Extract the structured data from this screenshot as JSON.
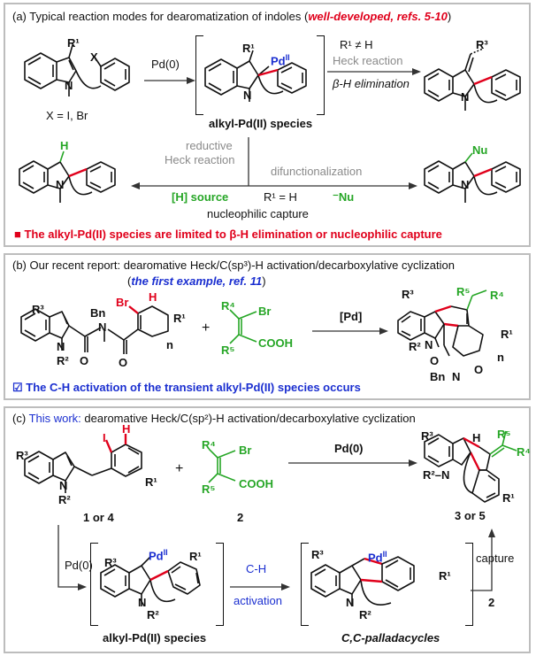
{
  "panel_a": {
    "title_prefix": "(a) Typical reaction modes for dearomatization of indoles (",
    "title_highlight": "well-developed, refs. 5-10",
    "title_suffix": ")",
    "substrate_label": "X = I, Br",
    "reagent_pd0": "Pd(0)",
    "intermediate_label": "alkyl-Pd(II) species",
    "cond_r1_not_h": "R¹ ≠ H",
    "heck_reaction": "Heck reaction",
    "beta_h_elimination": "β-H elimination",
    "reductive_heck": "reductive",
    "reductive_heck_2": "Heck reaction",
    "h_source": "[H] source",
    "r1_eq_h": "R¹ = H",
    "difunctionalization": "difunctionalization",
    "nu": "⁻Nu",
    "nucleophilic_capture": "nucleophilic capture",
    "note_square": "■",
    "note": "The alkyl-Pd(II) species are limited to β-H elimination or nucleophilic capture",
    "atoms": {
      "r1": "R¹",
      "x": "X",
      "n": "N",
      "pd": "Pd",
      "pd_sup": "II",
      "r3": "R³",
      "h": "H",
      "nu": "Nu"
    }
  },
  "panel_b": {
    "title": "(b) Our recent report: dearomative Heck/C(sp³)-H activation/decarboxylative cyclization",
    "subtitle_prefix": "(",
    "subtitle_highlight": "the first example, ref. 11",
    "subtitle_suffix": ")",
    "plus": "+",
    "reagent": "[Pd]",
    "note_box": "☑",
    "note": "The C-H activation of the transient alkyl-Pd(II) species occurs",
    "atoms": {
      "r3": "R³",
      "r2": "R²",
      "n": "N",
      "bn": "Bn",
      "br": "Br",
      "h": "H",
      "r1": "R¹",
      "o": "O",
      "n_sub": "n",
      "r4": "R⁴",
      "r5": "R⁵",
      "cooh": "COOH"
    }
  },
  "panel_c": {
    "title_prefix": "(c)",
    "title_highlight": "This work:",
    "title_suffix": "dearomative Heck/C(sp²)-H activation/decarboxylative cyclization",
    "label_substrate": "1 or 4",
    "label_acid": "2",
    "label_product": "3 or 5",
    "plus": "+",
    "reagent_main": "Pd(0)",
    "reagent_step": "Pd(0)",
    "ch_activation_1": "C-H",
    "ch_activation_2": "activation",
    "capture": "capture",
    "capture_reagent": "2",
    "intermediate_1": "alkyl-Pd(II) species",
    "intermediate_2": "C,C-palladacycles",
    "atoms": {
      "r3": "R³",
      "r2": "R²",
      "n": "N",
      "i": "I",
      "h": "H",
      "r1": "R¹",
      "br": "Br",
      "r4": "R⁴",
      "r5": "R⁵",
      "cooh": "COOH",
      "pd": "Pd",
      "pd_sup": "II",
      "r2n": "R²–N"
    }
  },
  "colors": {
    "red": "#e0001b",
    "blue": "#1b2fd0",
    "green": "#26a626",
    "gray": "#8a8a8a",
    "border": "#bdbdbd"
  }
}
